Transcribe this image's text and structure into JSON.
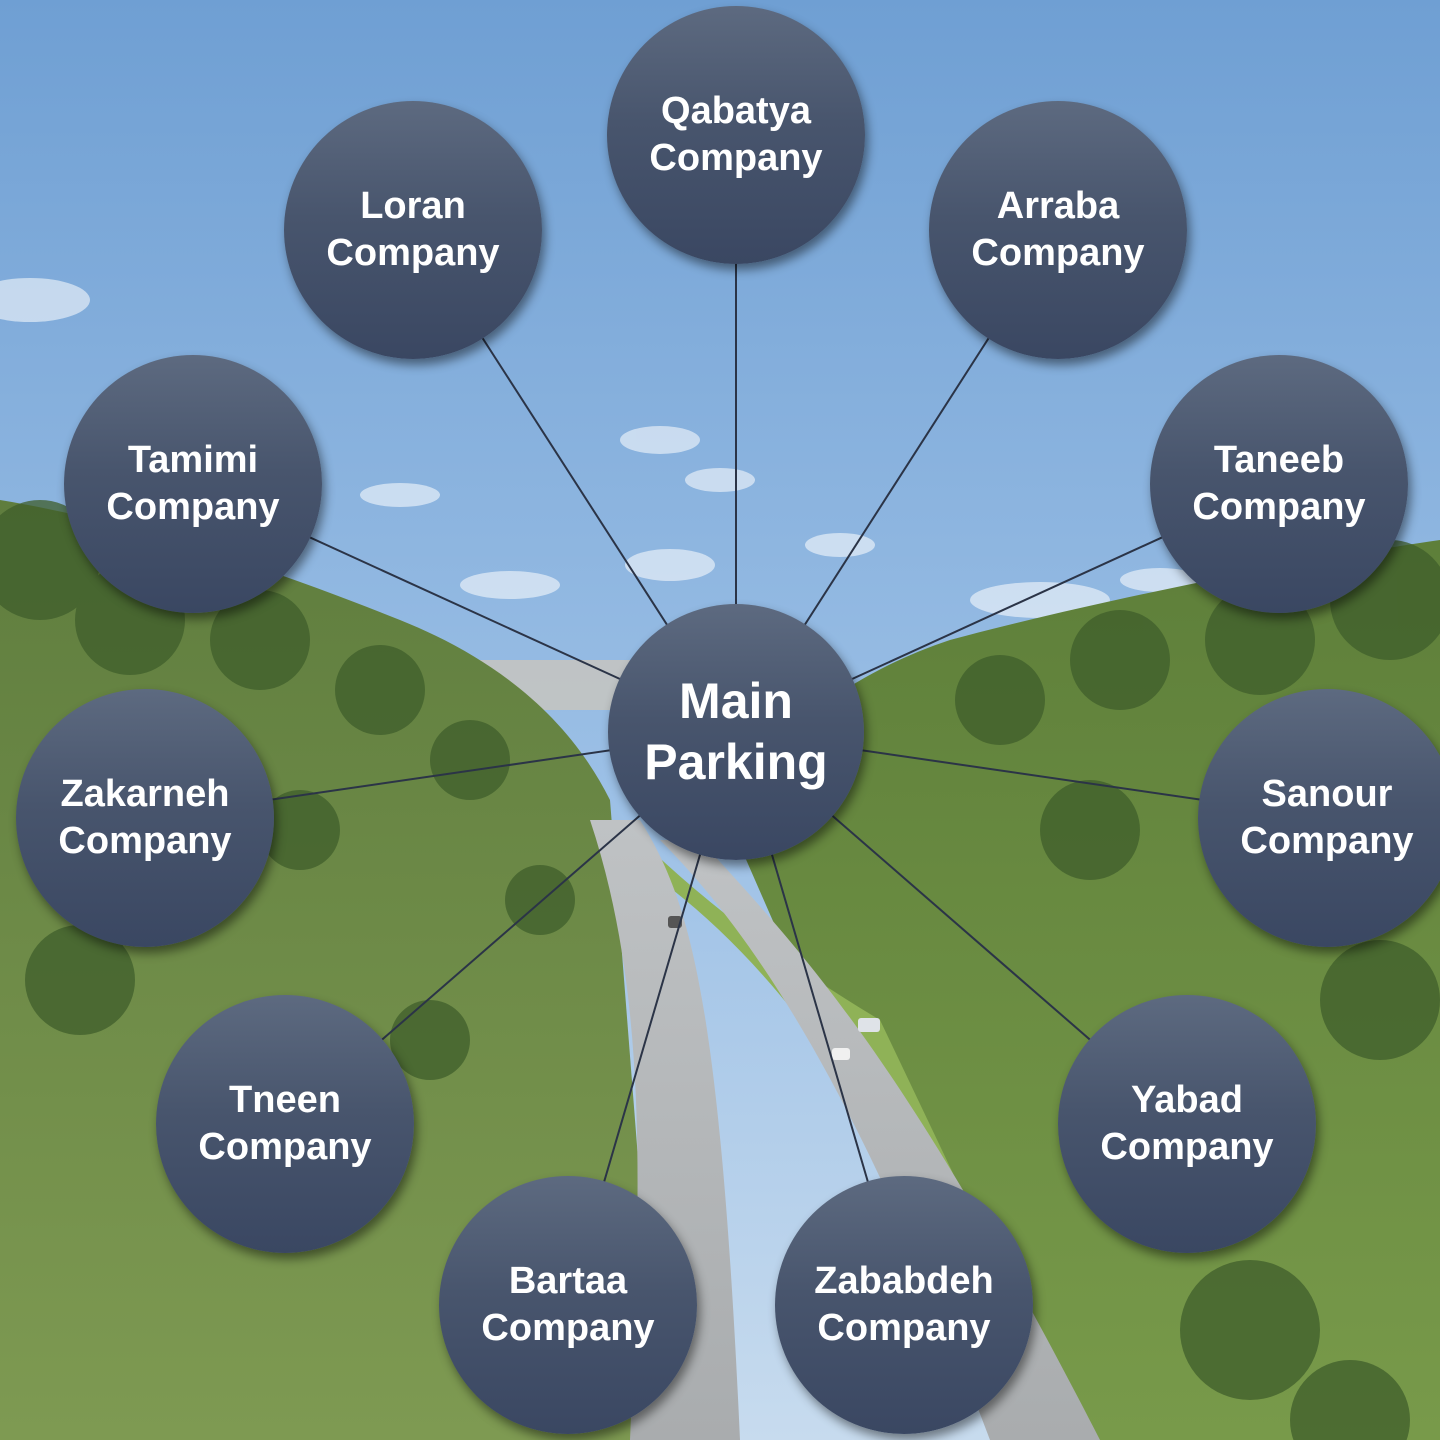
{
  "hub": {
    "line1": "Main",
    "line2": "Parking"
  },
  "companies": {
    "qabatya": {
      "line1": "Qabatya",
      "line2": "Company"
    },
    "loran": {
      "line1": "Loran",
      "line2": "Company"
    },
    "arraba": {
      "line1": "Arraba",
      "line2": "Company"
    },
    "tamimi": {
      "line1": "Tamimi",
      "line2": "Company"
    },
    "taneeb": {
      "line1": "Taneeb",
      "line2": "Company"
    },
    "zakarneh": {
      "line1": "Zakarneh",
      "line2": "Company"
    },
    "sanour": {
      "line1": "Sanour",
      "line2": "Company"
    },
    "tneen": {
      "line1": "Tneen",
      "line2": "Company"
    },
    "yabad": {
      "line1": "Yabad",
      "line2": "Company"
    },
    "bartaa": {
      "line1": "Bartaa",
      "line2": "Company"
    },
    "zababdeh": {
      "line1": "Zababdeh",
      "line2": "Company"
    }
  },
  "colors": {
    "node_fill_top": "#5d6a80",
    "node_fill_bottom": "#3a4762",
    "connector": "#2b3447",
    "text": "#ffffff"
  }
}
